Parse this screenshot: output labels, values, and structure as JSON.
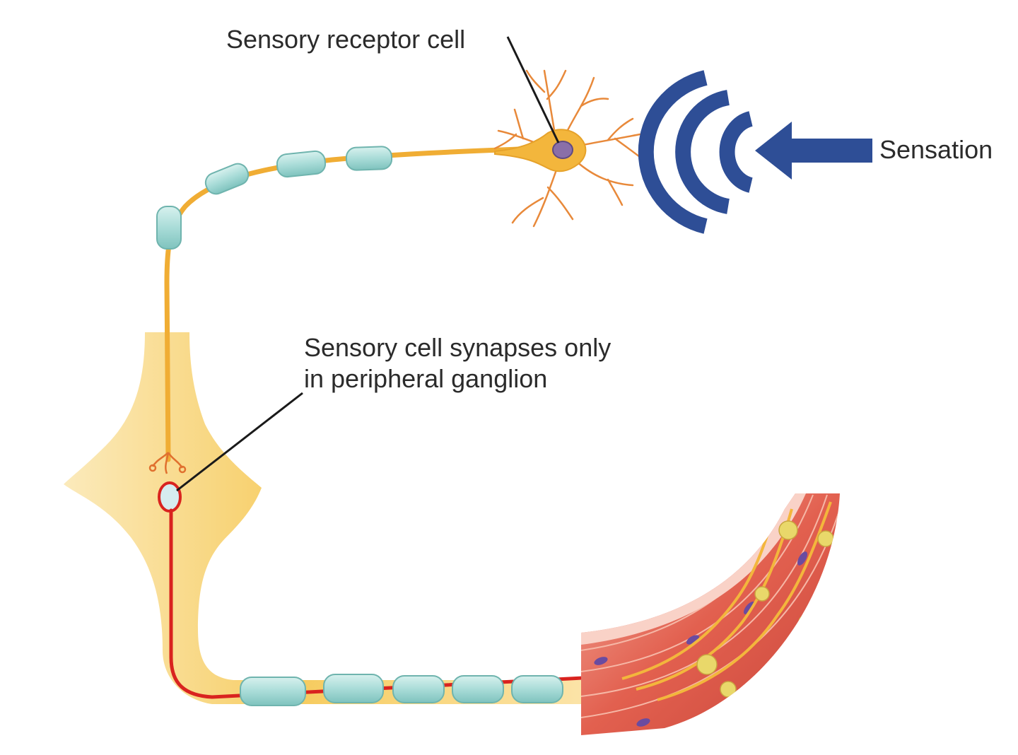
{
  "labels": {
    "receptor": "Sensory receptor cell",
    "sensation": "Sensation",
    "synapse_line1": "Sensory cell synapses only",
    "synapse_line2": "in peripheral ganglion"
  },
  "colors": {
    "axon": "#f3b63c",
    "myelin": "#a9dcd8",
    "dendrite": "#e8893a",
    "nucleus": "#8a6fa8",
    "wave": "#2e4e96",
    "pathway": "#d9231f",
    "ganglion": "#f6c957",
    "muscle": "#e2604f"
  },
  "icons": {
    "receptor_cell": "sensory-neuron-icon",
    "stimulus": "signal-wave-icon",
    "target": "smooth-muscle-tissue-icon"
  }
}
